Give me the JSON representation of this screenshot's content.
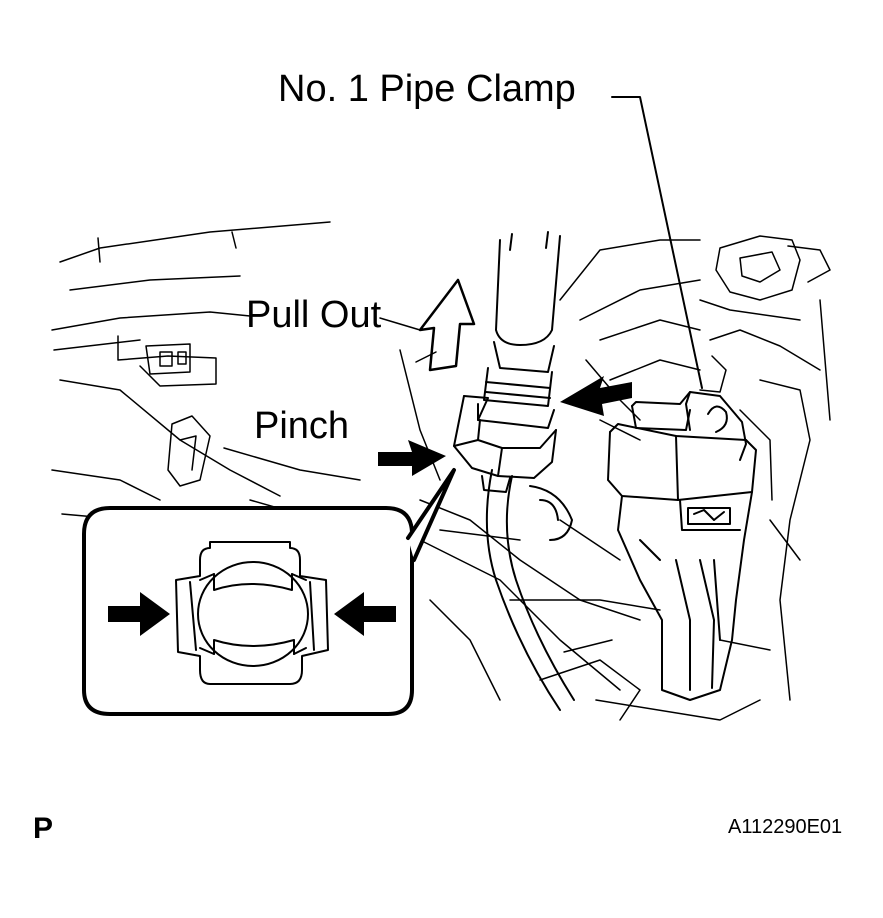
{
  "labels": {
    "clamp": "No. 1 Pipe Clamp",
    "pull_out": "Pull Out",
    "pinch": "Pinch",
    "page_letter": "P",
    "figure_code": "A112290E01"
  }
}
